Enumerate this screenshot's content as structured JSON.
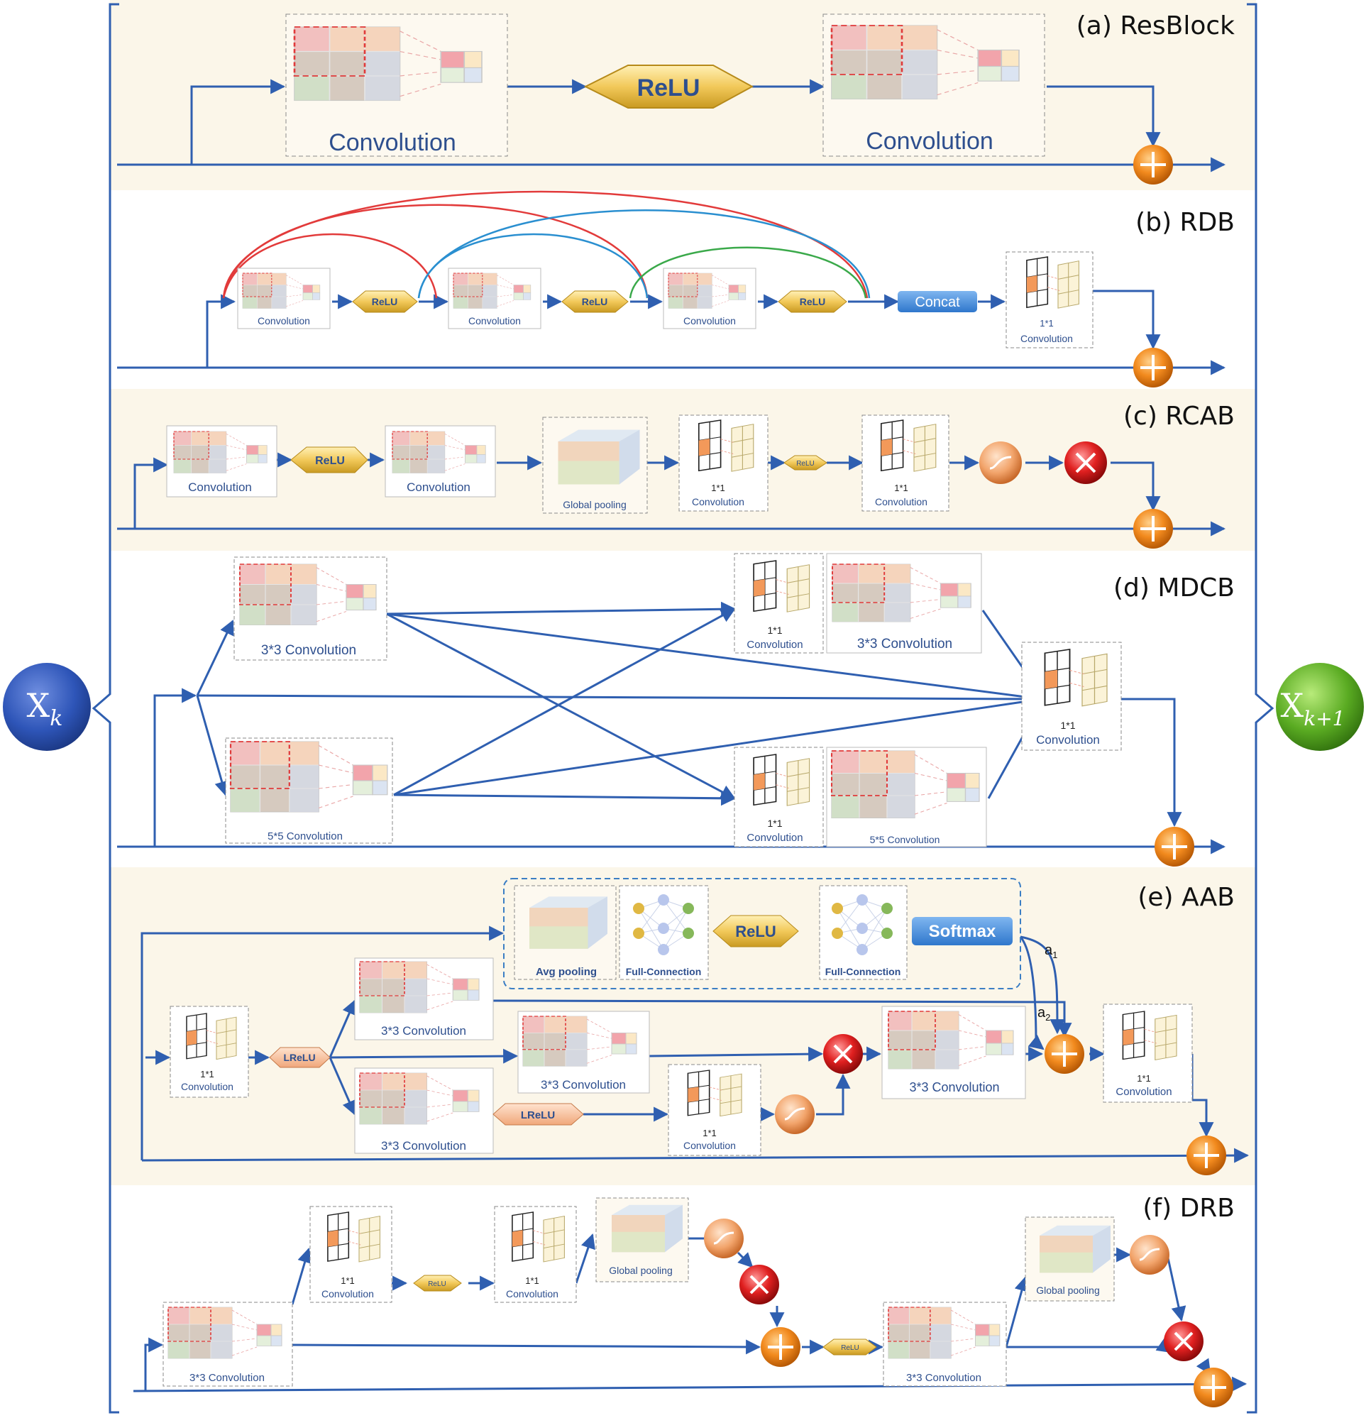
{
  "input_node": {
    "base": "X",
    "sub": "k"
  },
  "output_node": {
    "base": "X",
    "sub": "k+1"
  },
  "panels": {
    "a": {
      "title": "(a) ResBlock",
      "conv1": "Convolution",
      "relu": "ReLU",
      "conv2": "Convolution"
    },
    "b": {
      "title": "(b) RDB",
      "conv1": "Convolution",
      "relu1": "ReLU",
      "conv2": "Convolution",
      "relu2": "ReLU",
      "conv3": "Convolution",
      "relu3": "ReLU",
      "concat": "Concat",
      "conv11_top": "1*1",
      "conv11_bottom": "Convolution"
    },
    "c": {
      "title": "(c) RCAB",
      "conv1": "Convolution",
      "relu1": "ReLU",
      "conv2": "Convolution",
      "pool": "Global pooling",
      "fc1_top": "1*1",
      "fc1_bottom": "Convolution",
      "relu2": "ReLU",
      "fc2_top": "1*1",
      "fc2_bottom": "Convolution"
    },
    "d": {
      "title": "(d) MDCB",
      "conv33a": "3*3 Convolution",
      "conv55a": "5*5 Convolution",
      "c11a_top": "1*1",
      "c11a_bottom": "Convolution",
      "conv33b": "3*3 Convolution",
      "c11b_top": "1*1",
      "c11b_bottom": "Convolution",
      "conv55b": "5*5 Convolution",
      "c11c_top": "1*1",
      "c11c_bottom": "Convolution"
    },
    "e": {
      "title": "(e) AAB",
      "avgpool": "Avg pooling",
      "fc1": "Full-Connection",
      "relu": "ReLU",
      "fc2": "Full-Connection",
      "softmax": "Softmax",
      "a1": "a",
      "a1_sub": "1",
      "a2": "a",
      "a2_sub": "2",
      "c11_top": "1*1",
      "c11_bottom": "Convolution",
      "lrelu1": "LReLU",
      "conv33_top": "3*3 Convolution",
      "conv33_mid": "3*3 Convolution",
      "conv33_bot": "3*3 Convolution",
      "lrelu2": "LReLU",
      "c11b_top": "1*1",
      "c11b_bottom": "Convolution",
      "conv33_r": "3*3 Convolution",
      "c11c_top": "1*1",
      "c11c_bottom": "Convolution"
    },
    "f": {
      "title": "(f) DRB",
      "conv33a": "3*3 Convolution",
      "c11a_top": "1*1",
      "c11a_bottom": "Convolution",
      "relu1": "ReLU",
      "c11b_top": "1*1",
      "c11b_bottom": "Convolution",
      "pool1": "Global pooling",
      "relu2": "ReLU",
      "conv33b": "3*3 Convolution",
      "pool2": "Global pooling"
    }
  }
}
